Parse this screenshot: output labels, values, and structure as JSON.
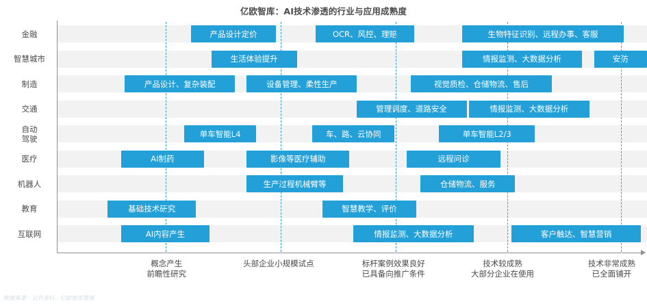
{
  "title": "亿欧智库：AI技术渗透的行业与应用成熟度",
  "source": "数据来源：公开资料、亿欧智库整理",
  "colors": {
    "bar": "#23a0d8",
    "band": "#f2f2f2",
    "axis": "#8f8f8f",
    "grid": "#2f9fd0",
    "text": "#4a4a4a"
  },
  "chart_data": {
    "type": "bar",
    "title": "亿欧智库：AI技术渗透的行业与应用成熟度",
    "xlabel": "",
    "ylabel": "",
    "orientation": "horizontal",
    "maturity_stages": [
      {
        "index": 1,
        "line1": "概念产生",
        "line2": "前瞻性研究",
        "center_pct": 18.5
      },
      {
        "index": 2,
        "line1": "头部企业小规模试点",
        "line2": "",
        "center_pct": 37.5
      },
      {
        "index": 3,
        "line1": "标杆案例效果良好",
        "line2": "已具备向推广条件",
        "center_pct": 57.0
      },
      {
        "index": 4,
        "line1": "技术较成熟",
        "line2": "大部分企业在使用",
        "center_pct": 75.5
      },
      {
        "index": 5,
        "line1": "技术非常成熟",
        "line2": "已全面铺开",
        "center_pct": 94.0
      }
    ],
    "gridlines_pct": [
      18.4,
      37.9,
      57.4,
      76.3,
      95.6
    ],
    "categories": [
      "金融",
      "智慧城市",
      "制造",
      "交通",
      "自动\n驾驶",
      "医疗",
      "机器人",
      "教育",
      "互联网"
    ],
    "rows": [
      {
        "category": "金融",
        "label_lines": [
          "金融"
        ],
        "items": [
          {
            "text": "产品设计定价",
            "start_pct": 22.6,
            "width_pct": 14.5
          },
          {
            "text": "OCR、风控、理赔",
            "start_pct": 43.8,
            "width_pct": 16.7
          },
          {
            "text": "生物特征识别、远程办事、客服",
            "start_pct": 68.6,
            "width_pct": 27.5
          }
        ]
      },
      {
        "category": "智慧城市",
        "label_lines": [
          "智慧城市"
        ],
        "items": [
          {
            "text": "生活体验提升",
            "start_pct": 26.1,
            "width_pct": 14.5
          },
          {
            "text": "情报监测、大数据分析",
            "start_pct": 68.6,
            "width_pct": 20.4
          },
          {
            "text": "安防",
            "start_pct": 91.0,
            "width_pct": 9.0
          }
        ]
      },
      {
        "category": "制造",
        "label_lines": [
          "制造"
        ],
        "items": [
          {
            "text": "产品设计、复杂装配",
            "start_pct": 11.4,
            "width_pct": 18.7
          },
          {
            "text": "设备管理、柔性生产",
            "start_pct": 32.1,
            "width_pct": 18.7
          },
          {
            "text": "视觉质检、仓储物流、售后",
            "start_pct": 59.9,
            "width_pct": 24.0
          }
        ]
      },
      {
        "category": "交通",
        "label_lines": [
          "交通"
        ],
        "items": [
          {
            "text": "管理调度、道路安全",
            "start_pct": 50.7,
            "width_pct": 18.7
          },
          {
            "text": "情报监测、大数据分析",
            "start_pct": 69.8,
            "width_pct": 20.4
          }
        ]
      },
      {
        "category": "自动驾驶",
        "label_lines": [
          "自动",
          "驾驶"
        ],
        "items": [
          {
            "text": "单车智能L4",
            "start_pct": 21.5,
            "width_pct": 12.2
          },
          {
            "text": "车、路、云协同",
            "start_pct": 43.2,
            "width_pct": 14.0
          },
          {
            "text": "单车智能L2/3",
            "start_pct": 64.7,
            "width_pct": 16.3
          }
        ]
      },
      {
        "category": "医疗",
        "label_lines": [
          "医疗"
        ],
        "items": [
          {
            "text": "AI制药",
            "start_pct": 10.8,
            "width_pct": 14.0
          },
          {
            "text": "影像等医疗辅助",
            "start_pct": 32.1,
            "width_pct": 17.4
          },
          {
            "text": "远程问诊",
            "start_pct": 59.2,
            "width_pct": 16.0
          }
        ]
      },
      {
        "category": "机器人",
        "label_lines": [
          "机器人"
        ],
        "items": [
          {
            "text": "生产过程机械臂等",
            "start_pct": 32.1,
            "width_pct": 16.3
          },
          {
            "text": "仓储物流、服务",
            "start_pct": 61.6,
            "width_pct": 16.0
          }
        ]
      },
      {
        "category": "教育",
        "label_lines": [
          "教育"
        ],
        "items": [
          {
            "text": "基础技术研究",
            "start_pct": 8.5,
            "width_pct": 15.0
          },
          {
            "text": "智慧教学、评价",
            "start_pct": 44.9,
            "width_pct": 16.0
          }
        ]
      },
      {
        "category": "互联网",
        "label_lines": [
          "互联网"
        ],
        "items": [
          {
            "text": "AI内容产生",
            "start_pct": 10.8,
            "width_pct": 15.0
          },
          {
            "text": "情报监测、大数据分析",
            "start_pct": 50.2,
            "width_pct": 20.4
          },
          {
            "text": "客户触达、智慧营销",
            "start_pct": 77.0,
            "width_pct": 22.0
          }
        ]
      }
    ]
  }
}
